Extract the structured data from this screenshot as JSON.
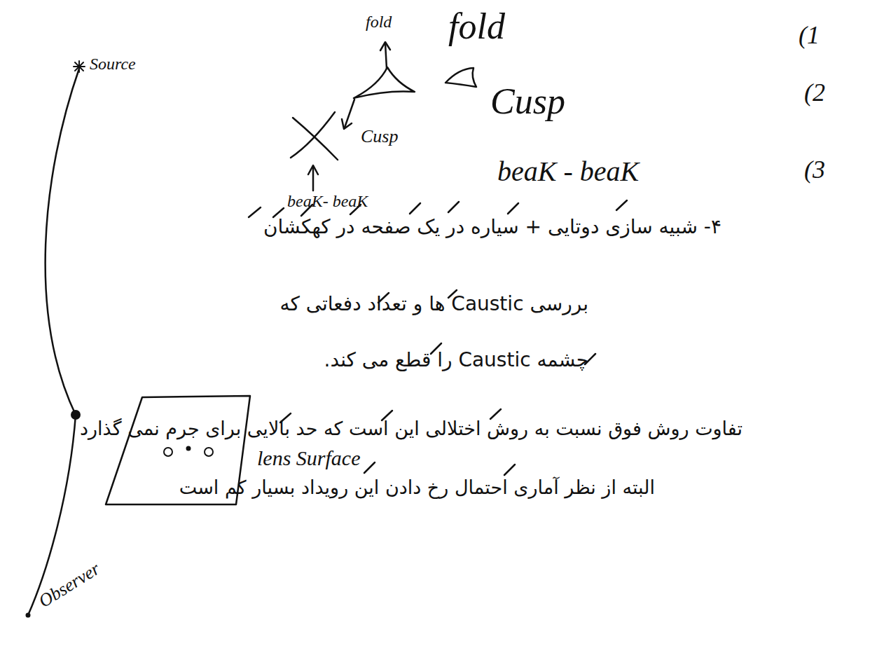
{
  "diagram": {
    "nodes": [
      {
        "text": [
          "lens Surface"
        ]
      }
    ],
    "labels": [
      "fold",
      "fold",
      "(1",
      "Cusp",
      "(2",
      "Cusp",
      "beaK - beaK",
      "(3",
      "beaK- beaK",
      "Source",
      "۴- شبیه سازی دوتایی + سیاره در یک صفحه در کهکشان",
      "بررسی Caustic ها و تعداد دفعاتی که",
      "چشمه Caustic را قطع می کند.",
      "تفاوت روش فوق نسبت به روش اختلالی این است که حد بالایی برای جرم نمی گذارد",
      "البته از نظر آماری احتمال رخ دادن این رویداد بسیار کم است",
      "Observer"
    ]
  }
}
